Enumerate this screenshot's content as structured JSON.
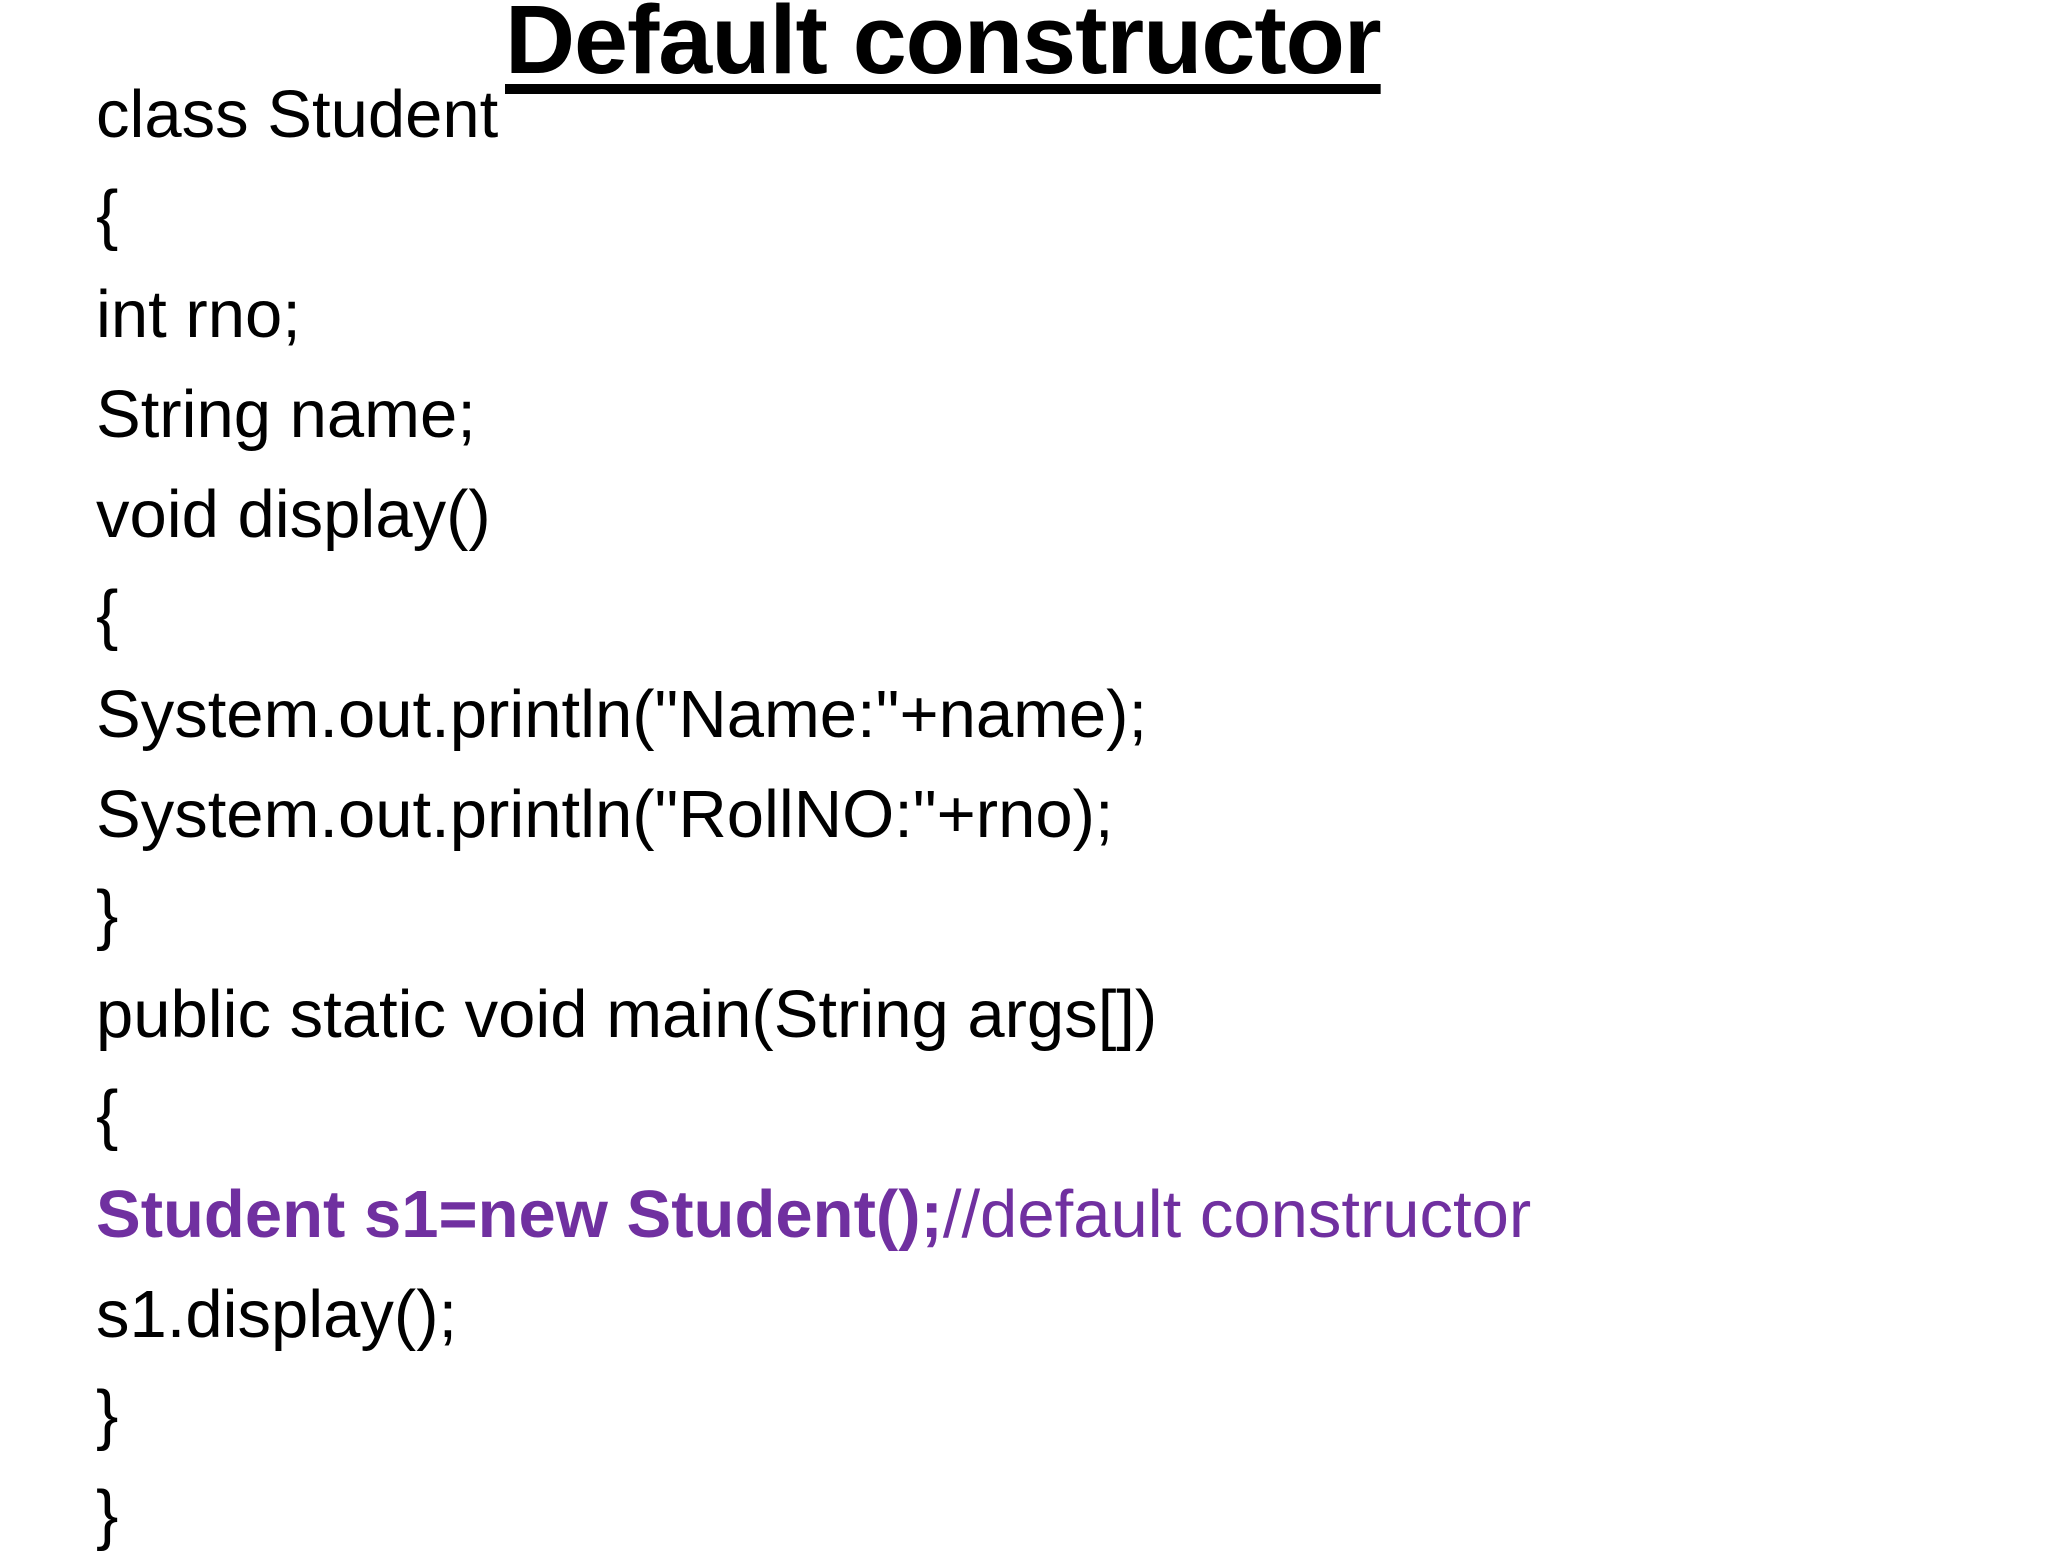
{
  "slide": {
    "title": "Default constructor",
    "background_color": "#ffffff",
    "text_color": "#000000",
    "accent_color": "#7030A0",
    "code_lines": [
      {
        "segments": [
          {
            "text": "class Student",
            "style": "plain"
          }
        ]
      },
      {
        "segments": [
          {
            "text": "{",
            "style": "plain"
          }
        ]
      },
      {
        "segments": [
          {
            "text": "int rno;",
            "style": "plain"
          }
        ]
      },
      {
        "segments": [
          {
            "text": "String name;",
            "style": "plain"
          }
        ]
      },
      {
        "segments": [
          {
            "text": "void display()",
            "style": "plain"
          }
        ]
      },
      {
        "segments": [
          {
            "text": "{",
            "style": "plain"
          }
        ]
      },
      {
        "segments": [
          {
            "text": "System.out.println(\"Name:\"+name);",
            "style": "plain"
          }
        ]
      },
      {
        "segments": [
          {
            "text": "System.out.println(\"RollNO:\"+rno);",
            "style": "plain"
          }
        ]
      },
      {
        "segments": [
          {
            "text": "}",
            "style": "plain"
          }
        ]
      },
      {
        "segments": [
          {
            "text": "public static void main(String args[])",
            "style": "plain"
          }
        ]
      },
      {
        "segments": [
          {
            "text": "{",
            "style": "plain"
          }
        ]
      },
      {
        "segments": [
          {
            "text": "Student s1=new Student();",
            "style": "accent-bold"
          },
          {
            "text": "//default constructor",
            "style": "accent"
          }
        ]
      },
      {
        "segments": [
          {
            "text": "s1.display();",
            "style": "plain"
          }
        ]
      },
      {
        "segments": [
          {
            "text": "}",
            "style": "plain"
          }
        ]
      },
      {
        "segments": [
          {
            "text": "}",
            "style": "plain"
          }
        ]
      }
    ]
  }
}
